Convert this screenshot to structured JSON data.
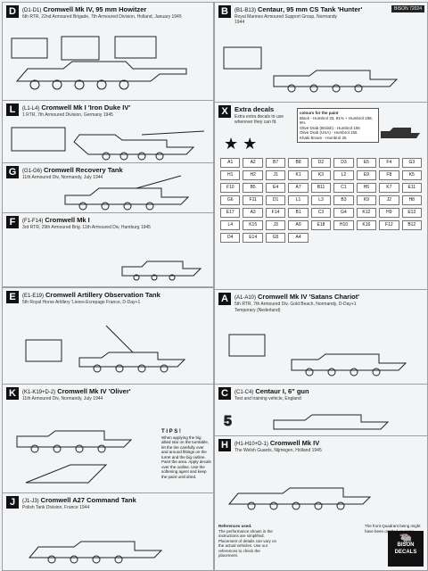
{
  "panels": [
    {
      "id": "D",
      "code": "(D1-D1)",
      "title": "Cromwell Mk IV, 95 mm Howitzer",
      "sub": "6th RTR, 22nd Armoured Brigade, 7th Armoured Division, Holland, January 1945"
    },
    {
      "id": "L",
      "code": "(L1-L4)",
      "title": "Cromwell Mk I 'Iron Duke IV'",
      "sub": "1 RTR, 7th Armoured Division, Germany 1945"
    },
    {
      "id": "G",
      "code": "(G1-G6)",
      "title": "Cromwell Recovery Tank",
      "sub": "11th Armoured Div, Normandy, July 1944"
    },
    {
      "id": "F",
      "code": "(F1-F14)",
      "title": "Cromwell Mk I",
      "sub": "3rd RTR, 29th Armoured Brig. 11th Armoured Div, Hamburg 1945"
    },
    {
      "id": "E",
      "code": "(E1-E19)",
      "title": "Cromwell Artillery Observation Tank",
      "sub": "5th Royal Horse Artillery 'Lieres-Ecrepage France, D-Day+1"
    },
    {
      "id": "K",
      "code": "(K1-K19+D-2)",
      "title": "Cromwell Mk IV 'Oliver'",
      "sub": "11th Armoured Div, Normandy, July 1944"
    },
    {
      "id": "J",
      "code": "(J1-J3)",
      "title": "Cromwell A27 Command Tank",
      "sub": "Polish Tank Division, France 1944"
    },
    {
      "id": "B",
      "code": "(B1-B13)",
      "title": "Centaur, 95 mm CS Tank 'Hunter'",
      "sub": "Royal Marines Armoured Support Group, Normandy 1944"
    },
    {
      "id": "A",
      "code": "(A1-A10)",
      "title": "Cromwell Mk IV 'Satans Chariot'",
      "sub": "5th RTR, 7th Armoured Div. Gold Beach, Normandy, D-Day+1"
    },
    {
      "id": "C",
      "code": "(C1-C4)",
      "title": "Centaur I, 6\" gun",
      "sub": "Test and training vehicle, England"
    },
    {
      "id": "H",
      "code": "(H1-H10+D-1)",
      "title": "Cromwell Mk IV",
      "sub": "The Welsh Guards, Nijmegen, Holland 1945"
    }
  ],
  "brand": {
    "box": "BISON 72024",
    "logo_top": "BISON",
    "logo_bottom": "DECALS"
  },
  "extra": {
    "letter": "X",
    "title": "Extra decals",
    "note": "Extra extra decals to use wherever they can fit.",
    "colours": "colours for the paint",
    "swatches": [
      "Black - Humbrol 33, 91% + Humbrol 198, 9%",
      "Olive Drab (British) - Humbrol 155",
      "Olive Drab (USA) - Humbrol 155",
      "Khaki Brown - Humbrol 26"
    ]
  },
  "option_label": "Olive Drab",
  "temporary": "Temporary (Nederland)",
  "tips_title": "T I P S !",
  "tips_text": "When applying the big allied star on the turntable, let the tire carefully over and around fittings on the turret and the big outline. Paint the area. Apply decals over the outline. Use the softening agent and keep the paint until dried.",
  "references_title": "References used.",
  "references": "The performance shown in the instructions are simplified. Placement of details can vary on the actual vehicles. Use our references to check the placement.",
  "dont_bother": "The front Quadrant being might have been omitted on some.",
  "xnums": [
    "A1",
    "A2",
    "B7",
    "B8",
    "D2",
    "D3",
    "E5",
    "F4",
    "G3",
    "H1",
    "H2",
    "J1",
    "K1",
    "K3",
    "L2",
    "E9",
    "F8",
    "K5",
    "F10",
    "B5",
    "E4",
    "A7",
    "B11",
    "C1",
    "H5",
    "K7",
    "E11",
    "G6",
    "F11",
    "D1",
    "L1",
    "L3",
    "B3",
    "K9",
    "J2",
    "H8",
    "E17",
    "A3",
    "F14",
    "B1",
    "C3",
    "G4",
    "K12",
    "H9",
    "E13",
    "L4",
    "K15",
    "J3",
    "A9",
    "E18",
    "H10",
    "K16",
    "F12",
    "B12",
    "D4",
    "E14",
    "G5",
    "A4"
  ]
}
